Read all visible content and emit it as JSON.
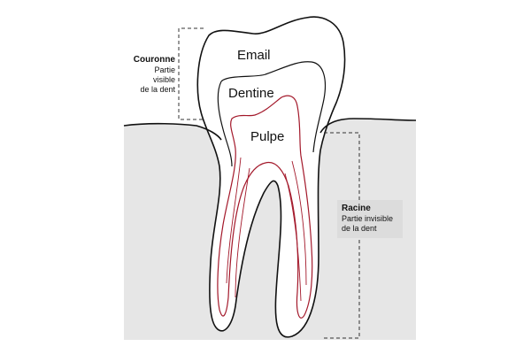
{
  "labels": {
    "email": "Email",
    "dentine": "Dentine",
    "pulpe": "Pulpe"
  },
  "couronne": {
    "title": "Couronne",
    "line1": "Partie visible",
    "line2": "de la dent"
  },
  "racine": {
    "title": "Racine",
    "line1": "Partie invisible",
    "line2": "de la dent"
  },
  "colors": {
    "gum": "#e6e6e6",
    "outline": "#111111",
    "pulp": "#a3182a",
    "label_box": "#dcdcdc"
  }
}
